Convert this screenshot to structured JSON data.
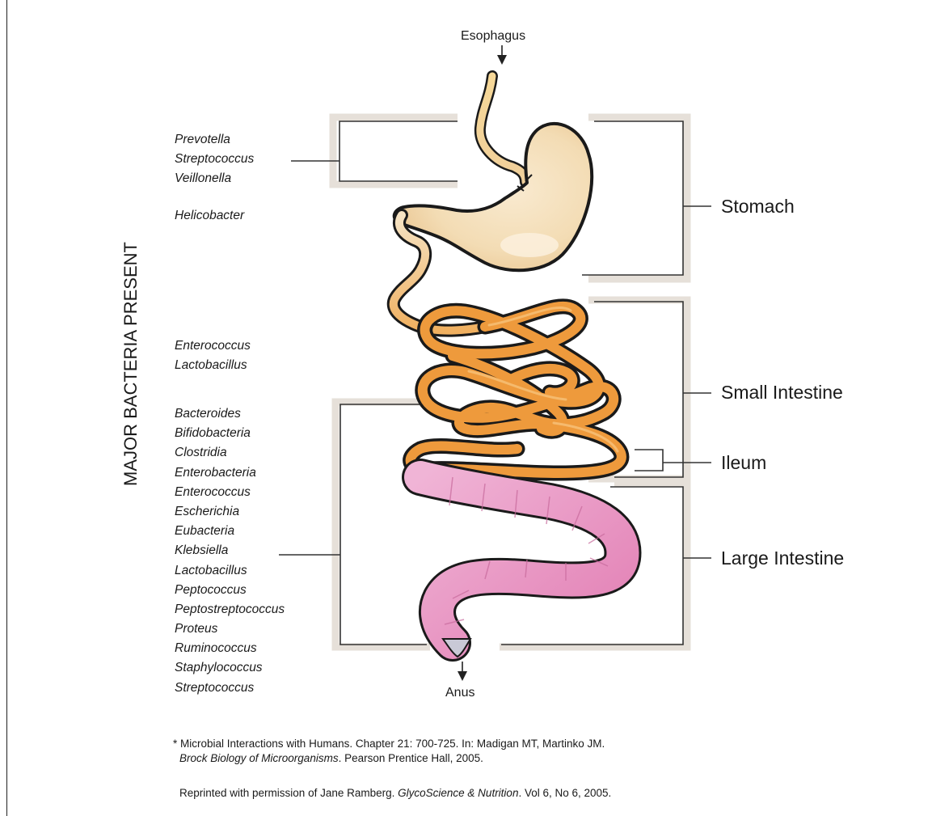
{
  "side_title": "MAJOR BACTERIA PRESENT",
  "top_label": "Esophagus",
  "bottom_label": "Anus",
  "organs": {
    "stomach": "Stomach",
    "small_intestine": "Small Intestine",
    "ileum": "Ileum",
    "large_intestine": "Large Intestine"
  },
  "bacteria": {
    "stomach_group": [
      "Prevotella",
      "Streptococcus",
      "Veillonella"
    ],
    "stomach_extra": [
      "Helicobacter"
    ],
    "small_intestine_group": [
      "Enterococcus",
      "Lactobacillus"
    ],
    "large_intestine_group": [
      "Bacteroides",
      "Bifidobacteria",
      "Clostridia",
      "Enterobacteria",
      "Enterococcus",
      "Escherichia",
      "Eubacteria",
      "Klebsiella",
      "Lactobacillus",
      "Peptococcus",
      "Peptostreptococcus",
      "Proteus",
      "Ruminococcus",
      "Staphylococcus",
      "Streptococcus"
    ]
  },
  "citation": {
    "line1": "* Microbial Interactions with Humans. Chapter 21: 700-725. In: Madigan MT, Martinko JM.",
    "line2_italic": "Brock Biology of Microorganisms",
    "line2_rest": ". Pearson Prentice Hall, 2005.",
    "reprint_start": "Reprinted with permission of Jane Ramberg. ",
    "reprint_italic": "GlycoScience & Nutrition",
    "reprint_end": ". Vol 6, No 6, 2005."
  },
  "colors": {
    "stomach_fill": "#f3dcb4",
    "small_intestine_fill": "#ee9a3c",
    "large_intestine_fill": "#e9a1c8",
    "bracket_line": "#333333",
    "bracket_shadow": "#e3ddd6"
  }
}
